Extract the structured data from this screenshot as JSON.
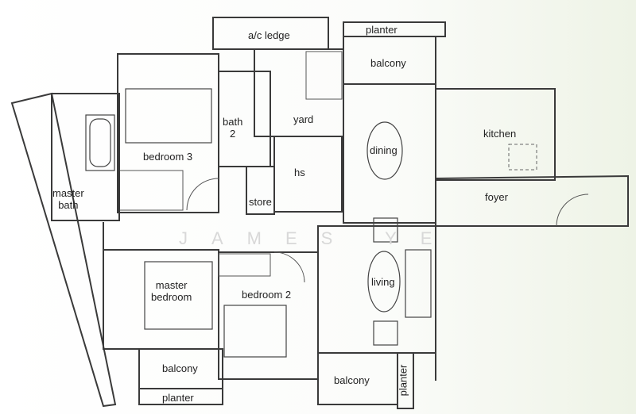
{
  "watermark": "JAMES YE",
  "rooms": {
    "ac_ledge": "a/c ledge",
    "planter_top": "planter",
    "balcony_top": "balcony",
    "yard": "yard",
    "bath2_line1": "bath",
    "bath2_line2": "2",
    "bedroom3": "bedroom 3",
    "hs": "hs",
    "dining": "dining",
    "kitchen": "kitchen",
    "foyer": "foyer",
    "store": "store",
    "master_bath_line1": "master",
    "master_bath_line2": "bath",
    "master_bedroom_line1": "master",
    "master_bedroom_line2": "bedroom",
    "bedroom2": "bedroom 2",
    "living": "living",
    "balcony_bottom_left": "balcony",
    "planter_bottom_left": "planter",
    "balcony_bottom_right": "balcony",
    "planter_bottom_right": "planter"
  }
}
